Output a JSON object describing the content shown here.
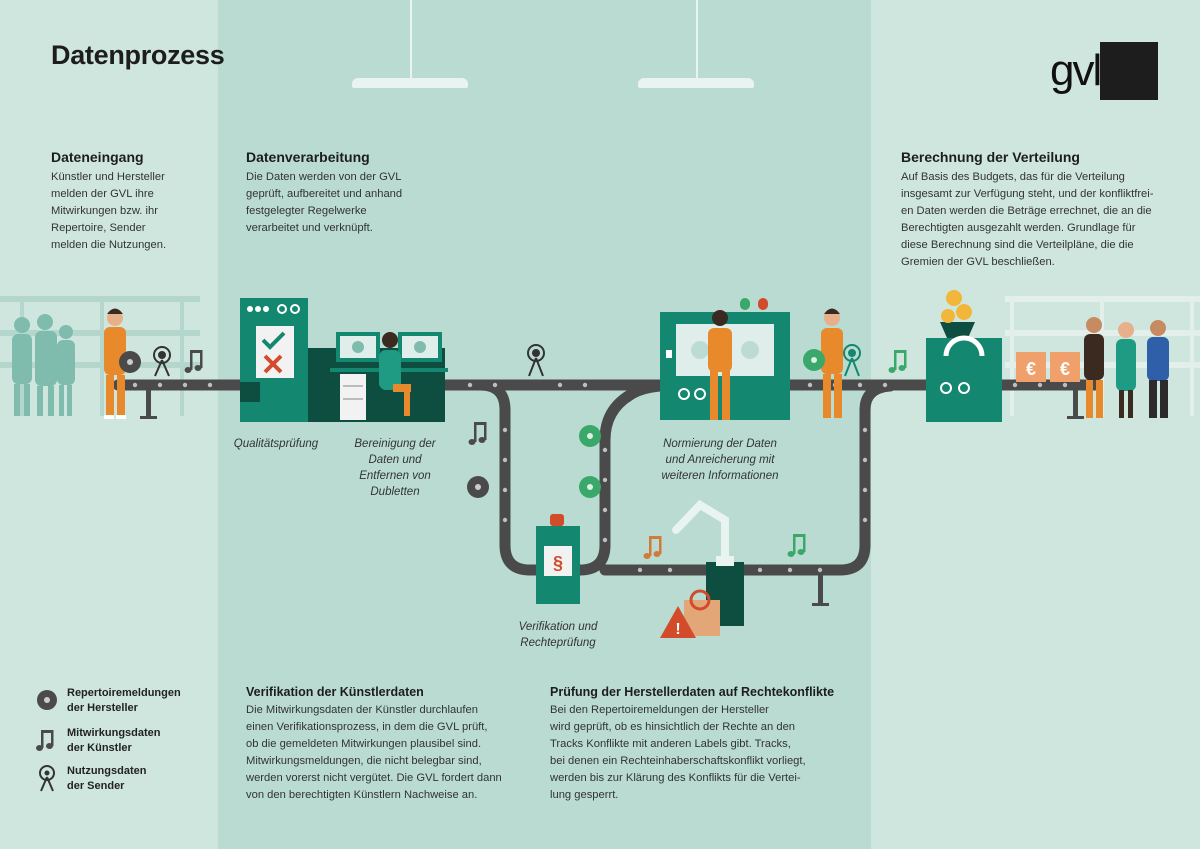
{
  "title": "Datenprozess",
  "logo": {
    "text": "gvl"
  },
  "sections": {
    "eingang": {
      "title": "Dateneingang",
      "lines": [
        "Künstler und Hersteller",
        "melden der GVL ihre",
        "Mitwirkungen bzw. ihr",
        "Repertoire, Sender",
        "melden die Nutzungen."
      ]
    },
    "verarbeitung": {
      "title": "Datenverarbeitung",
      "lines": [
        "Die Daten werden von der GVL",
        "geprüft, aufbereitet und anhand",
        "festgelegter Regelwerke",
        "verarbeitet und verknüpft."
      ]
    },
    "verteilung": {
      "title": "Berechnung der Verteilung",
      "lines": [
        "Auf Basis des Budgets, das für die Verteilung",
        "insgesamt zur Verfügung steht, und der konfliktfrei-",
        "en Daten werden die Beträge errechnet, die an die",
        "Berechtigten ausgezahlt werden. Grundlage für",
        "diese Berechnung sind die Verteilpläne, die die",
        "Gremien der GVL beschließen."
      ]
    },
    "kuenstler": {
      "title": "Verifikation der Künstlerdaten",
      "lines": [
        "Die Mitwirkungsdaten der Künstler durchlaufen",
        "einen Verifikationsprozess, in dem die GVL prüft,",
        "ob die gemeldeten Mitwirkungen plausibel sind.",
        "Mitwirkungsmeldungen, die nicht belegbar sind,",
        "werden vorerst nicht vergütet. Die GVL fordert dann",
        "von den berechtigten Künstlern Nachweise an."
      ]
    },
    "hersteller": {
      "title": "Prüfung der Herstellerdaten auf Rechtekonflikte",
      "lines": [
        "Bei den Repertoiremeldungen der Hersteller",
        "wird geprüft, ob es hinsichtlich der Rechte an den",
        "Tracks Konflikte mit anderen Labels gibt. Tracks,",
        "bei denen ein Rechteinhaberschaftskonflikt vorliegt,",
        "werden bis zur Klärung des Konflikts für die Vertei-",
        "lung gesperrt."
      ]
    }
  },
  "captions": {
    "qualitaet": "Qualitätsprüfung",
    "bereinigung": [
      "Bereinigung der",
      "Daten und",
      "Entfernen von",
      "Dubletten"
    ],
    "normierung": [
      "Normierung der Daten",
      "und Anreicherung mit",
      "weiteren Informationen"
    ],
    "verifikation": [
      "Verifikation und",
      "Rechteprüfung"
    ]
  },
  "legend": [
    {
      "icon": "record-icon",
      "lines": [
        "Repertoiremeldungen",
        "der Hersteller"
      ]
    },
    {
      "icon": "music-note-icon",
      "lines": [
        "Mitwirkungsdaten",
        "der Künstler"
      ]
    },
    {
      "icon": "broadcast-antenna-icon",
      "lines": [
        "Nutzungsdaten",
        "der Sender"
      ]
    }
  ],
  "symbols": {
    "paragraph": "§",
    "euro": "€",
    "copyright": "©",
    "warning": "!"
  },
  "colors": {
    "teal": "#13876f",
    "dark_green": "#0e4e40",
    "orange": "#e8892b",
    "belt": "#4a4a4a",
    "red_light": "#d24b2a"
  }
}
